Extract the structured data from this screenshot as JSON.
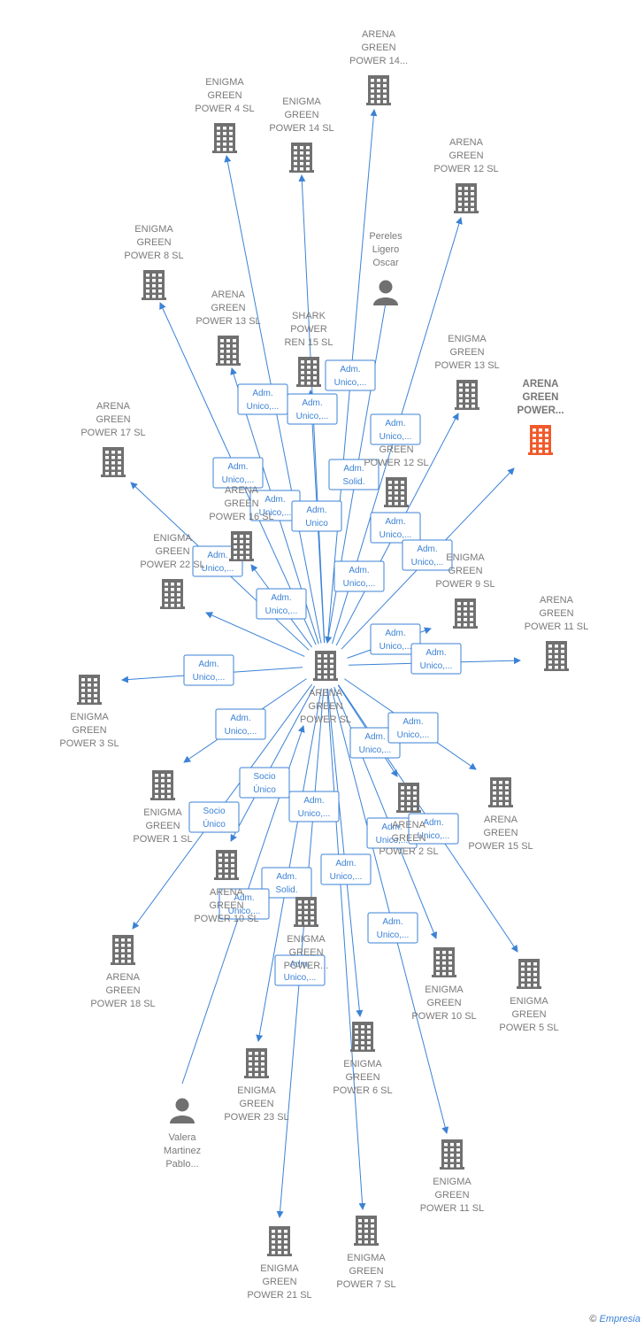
{
  "colors": {
    "edge": "#3b82d6",
    "node": "#707070",
    "highlight": "#f15a2b"
  },
  "center": {
    "id": "center",
    "label": [
      "ARENA",
      "GREEN",
      "POWER  SL"
    ]
  },
  "nodes": [
    {
      "id": "agp14",
      "type": "company",
      "label": [
        "ARENA",
        "GREEN",
        "POWER 14..."
      ]
    },
    {
      "id": "egp4",
      "type": "company",
      "label": [
        "ENIGMA",
        "GREEN",
        "POWER 4  SL"
      ]
    },
    {
      "id": "egp14",
      "type": "company",
      "label": [
        "ENIGMA",
        "GREEN",
        "POWER 14  SL"
      ]
    },
    {
      "id": "agp12",
      "type": "company",
      "label": [
        "ARENA",
        "GREEN",
        "POWER 12  SL"
      ]
    },
    {
      "id": "pereles",
      "type": "person",
      "label": [
        "Pereles",
        "Ligero",
        "Oscar"
      ]
    },
    {
      "id": "egp8",
      "type": "company",
      "label": [
        "ENIGMA",
        "GREEN",
        "POWER 8  SL"
      ]
    },
    {
      "id": "agp13",
      "type": "company",
      "label": [
        "ARENA",
        "GREEN",
        "POWER 13  SL"
      ]
    },
    {
      "id": "shark",
      "type": "company",
      "label": [
        "SHARK",
        "POWER",
        "REN 15  SL"
      ]
    },
    {
      "id": "egp13",
      "type": "company",
      "label": [
        "ENIGMA",
        "GREEN",
        "POWER 13  SL"
      ]
    },
    {
      "id": "agphl",
      "type": "company",
      "highlight": true,
      "label": [
        "ARENA",
        "GREEN",
        "POWER..."
      ]
    },
    {
      "id": "agp17",
      "type": "company",
      "label": [
        "ARENA",
        "GREEN",
        "POWER 17  SL"
      ]
    },
    {
      "id": "egp12",
      "type": "company",
      "label": [
        "GREEN",
        "POWER 12  SL"
      ]
    },
    {
      "id": "agp16",
      "type": "company",
      "label": [
        "ARENA",
        "GREEN",
        "POWER 16  SL"
      ]
    },
    {
      "id": "egp22",
      "type": "company",
      "label": [
        "ENIGMA",
        "GREEN",
        "POWER 22  SL"
      ]
    },
    {
      "id": "egp9",
      "type": "company",
      "label": [
        "ENIGMA",
        "GREEN",
        "POWER 9  SL"
      ]
    },
    {
      "id": "agp11",
      "type": "company",
      "label": [
        "ARENA",
        "GREEN",
        "POWER 11  SL"
      ]
    },
    {
      "id": "egp3",
      "type": "company",
      "label": [
        "ENIGMA",
        "GREEN",
        "POWER 3  SL"
      ]
    },
    {
      "id": "egp1",
      "type": "company",
      "label": [
        "ENIGMA",
        "GREEN",
        "POWER 1  SL"
      ]
    },
    {
      "id": "agp2",
      "type": "company",
      "label": [
        "ARENA",
        "GREEN",
        "POWER 2  SL"
      ]
    },
    {
      "id": "agp15",
      "type": "company",
      "label": [
        "ARENA",
        "GREEN",
        "POWER 15  SL"
      ]
    },
    {
      "id": "agp10",
      "type": "company",
      "label": [
        "ARENA",
        "GREEN",
        "POWER 10  SL"
      ]
    },
    {
      "id": "egpx",
      "type": "company",
      "label": [
        "ENIGMA",
        "GREEN",
        "POWER..."
      ]
    },
    {
      "id": "agp18",
      "type": "company",
      "label": [
        "ARENA",
        "GREEN",
        "POWER 18  SL"
      ]
    },
    {
      "id": "egp10",
      "type": "company",
      "label": [
        "ENIGMA",
        "GREEN",
        "POWER 10  SL"
      ]
    },
    {
      "id": "egp5",
      "type": "company",
      "label": [
        "ENIGMA",
        "GREEN",
        "POWER 5  SL"
      ]
    },
    {
      "id": "egp6",
      "type": "company",
      "label": [
        "ENIGMA",
        "GREEN",
        "POWER 6  SL"
      ]
    },
    {
      "id": "egp23",
      "type": "company",
      "label": [
        "ENIGMA",
        "GREEN",
        "POWER 23  SL"
      ]
    },
    {
      "id": "valera",
      "type": "person",
      "label": [
        "Valera",
        "Martinez",
        "Pablo..."
      ]
    },
    {
      "id": "egp11",
      "type": "company",
      "label": [
        "ENIGMA",
        "GREEN",
        "POWER 11  SL"
      ]
    },
    {
      "id": "egp21",
      "type": "company",
      "label": [
        "ENIGMA",
        "GREEN",
        "POWER 21  SL"
      ]
    },
    {
      "id": "egp7",
      "type": "company",
      "label": [
        "ENIGMA",
        "GREEN",
        "POWER 7  SL"
      ]
    }
  ],
  "edges": [
    {
      "from": "center",
      "to": "agp14",
      "label": [
        "Adm.",
        "Unico,..."
      ]
    },
    {
      "from": "center",
      "to": "egp4",
      "label": [
        "Adm.",
        "Unico,..."
      ]
    },
    {
      "from": "center",
      "to": "egp14",
      "label": [
        "Adm.",
        "Unico,..."
      ]
    },
    {
      "from": "center",
      "to": "agp12",
      "label": [
        "Adm.",
        "Unico,..."
      ]
    },
    {
      "from": "pereles",
      "to": "center",
      "label": [
        "Adm.",
        "Solid."
      ]
    },
    {
      "from": "center",
      "to": "egp8",
      "label": [
        "Adm.",
        "Unico,..."
      ]
    },
    {
      "from": "center",
      "to": "agp13",
      "label": [
        "Adm.",
        "Unico,..."
      ]
    },
    {
      "from": "center",
      "to": "shark",
      "label": [
        "Adm.",
        "Unico"
      ]
    },
    {
      "from": "center",
      "to": "egp13",
      "label": [
        "Adm.",
        "Unico,..."
      ]
    },
    {
      "from": "center",
      "to": "agphl",
      "label": [
        "Adm.",
        "Unico,..."
      ]
    },
    {
      "from": "center",
      "to": "agp17",
      "label": [
        "Adm.",
        "Unico,..."
      ]
    },
    {
      "from": "center",
      "to": "agp16",
      "label": [
        "Adm.",
        "Unico,..."
      ]
    },
    {
      "from": "center",
      "to": "egp22",
      "label": [
        "Adm.",
        "Unico,..."
      ]
    },
    {
      "from": "center",
      "to": "egp9",
      "label": [
        "Adm.",
        "Unico,..."
      ]
    },
    {
      "from": "center",
      "to": "agp11",
      "label": [
        "Adm.",
        "Unico,..."
      ]
    },
    {
      "from": "center",
      "to": "egp3",
      "label": [
        "Adm.",
        "Unico,..."
      ]
    },
    {
      "from": "center",
      "to": "egp1",
      "label": [
        "Adm.",
        "Unico,..."
      ]
    },
    {
      "from": "center",
      "to": "agp2",
      "label": [
        "Adm.",
        "Unico,..."
      ]
    },
    {
      "from": "center",
      "to": "agp15",
      "label": [
        "Adm.",
        "Unico,..."
      ]
    },
    {
      "from": "center",
      "to": "agp18",
      "label": [
        "Socio",
        "Único"
      ]
    },
    {
      "from": "center",
      "to": "agp10",
      "label": [
        "Socio",
        "Único"
      ]
    },
    {
      "from": "center",
      "to": "egp10",
      "label": [
        "Adm.",
        "Unico,..."
      ]
    },
    {
      "from": "center",
      "to": "egp5",
      "label": [
        "Adm.",
        "Unico,..."
      ]
    },
    {
      "from": "center",
      "to": "egp6",
      "label": [
        "Adm.",
        "Unico,..."
      ]
    },
    {
      "from": "center",
      "to": "egp23",
      "label": [
        "Adm.",
        "Unico,..."
      ]
    },
    {
      "from": "valera",
      "to": "center",
      "label": [
        "Adm.",
        "Solid."
      ]
    },
    {
      "from": "center",
      "to": "egp11",
      "label": [
        "Adm.",
        "Unico,..."
      ]
    },
    {
      "from": "center",
      "to": "egp21",
      "label": [
        "Adm.",
        "Unico,..."
      ]
    },
    {
      "from": "center",
      "to": "egp7",
      "label": [
        "Adm.",
        "Unico,..."
      ]
    }
  ],
  "brand": {
    "copyright": "©",
    "name": "Empresia"
  }
}
